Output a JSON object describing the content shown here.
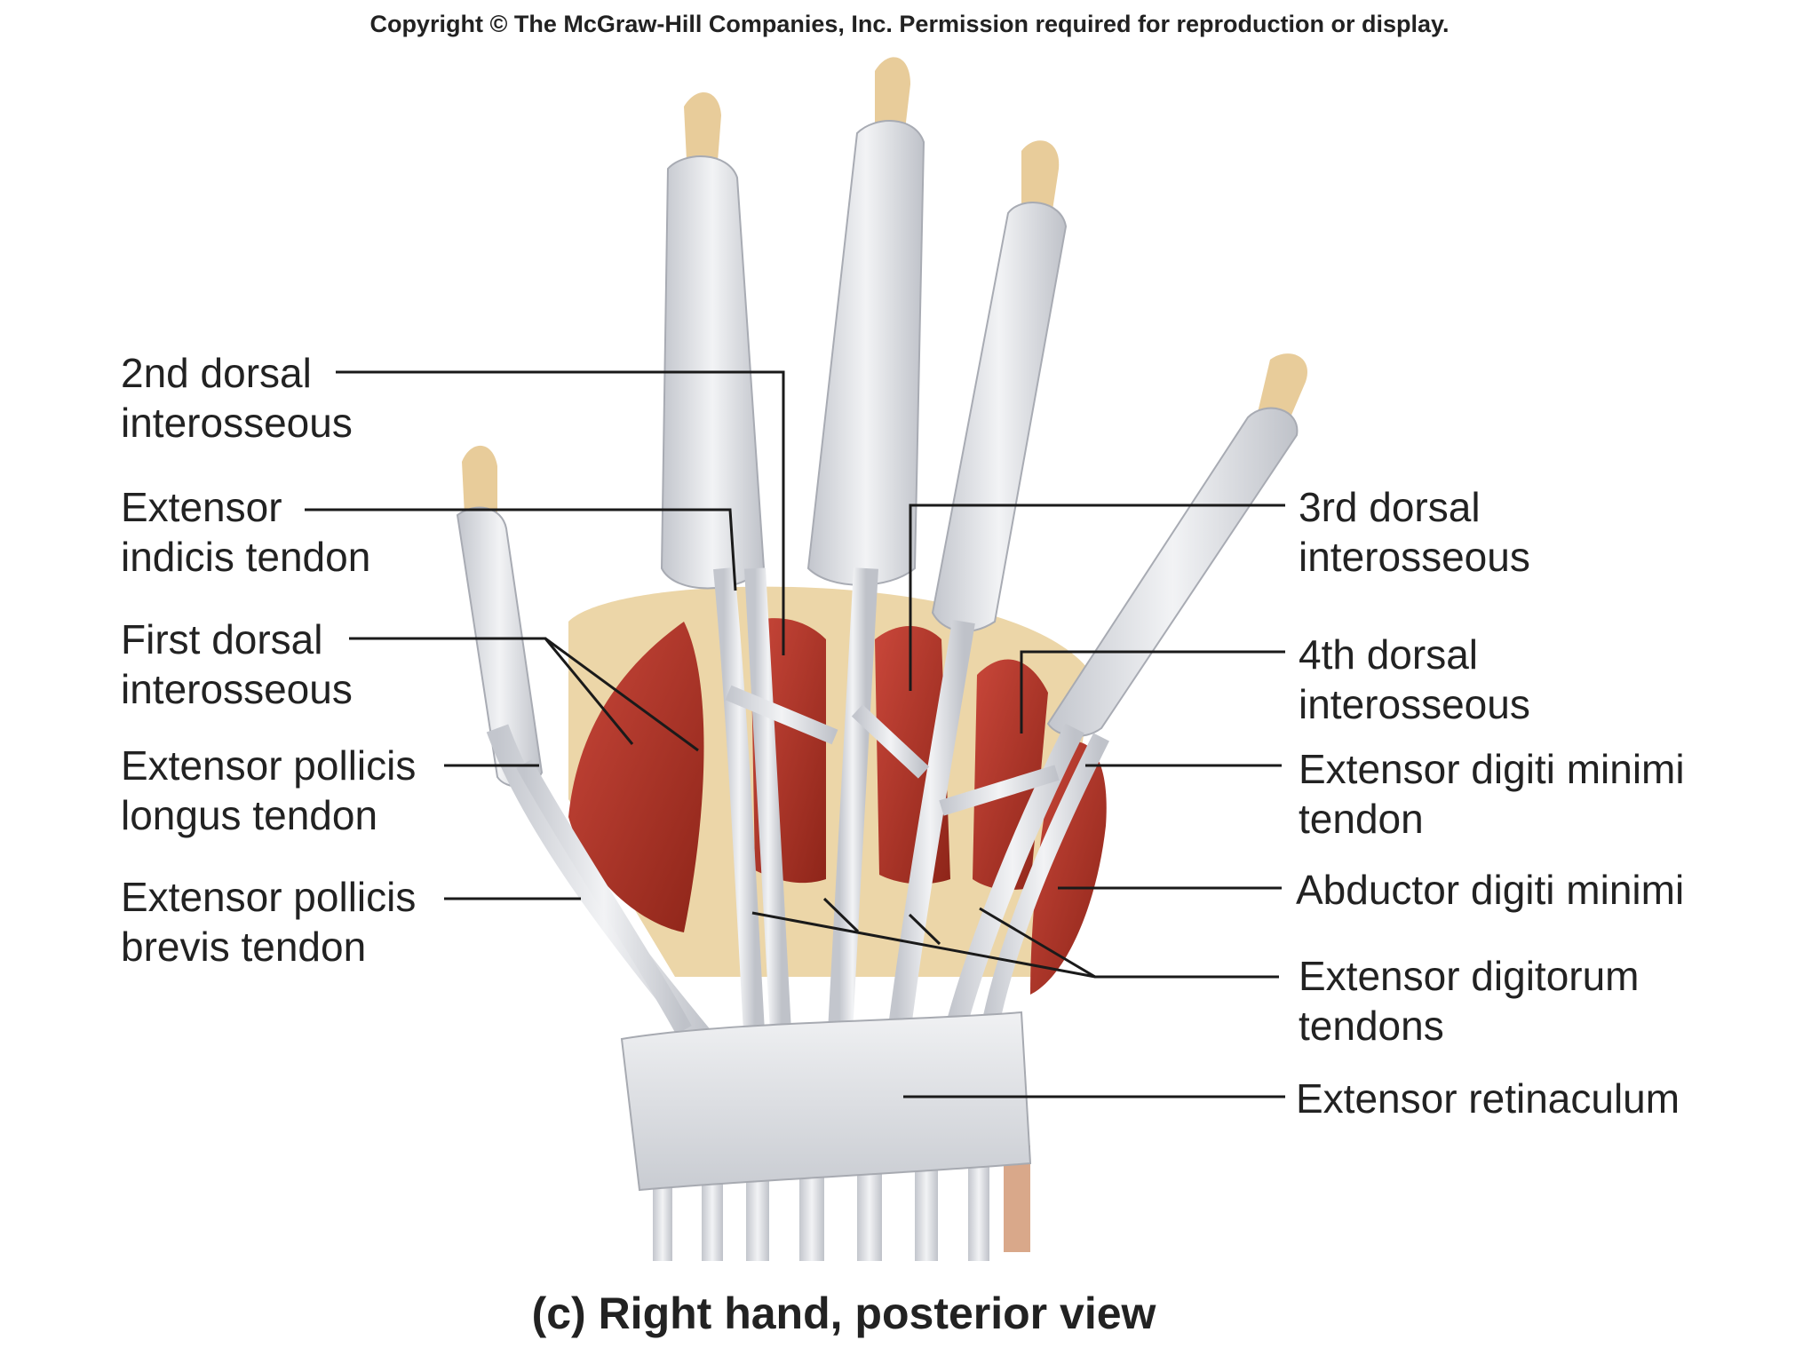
{
  "copyright": "Copyright © The McGraw-Hill Companies, Inc. Permission required for reproduction or display.",
  "caption": "(c) Right hand, posterior view",
  "colors": {
    "tendon": "#e4e6ea",
    "tendon_shadow": "#b9bcc3",
    "muscle": "#b83a2a",
    "muscle_dark": "#8c2418",
    "bone": "#e8cc9a"
  },
  "labels": {
    "second_dorsal": {
      "line1": "2nd dorsal",
      "line2": "interosseous"
    },
    "extensor_indicis": {
      "line1": "Extensor",
      "line2": "indicis tendon"
    },
    "first_dorsal": {
      "line1": "First dorsal",
      "line2": "interosseous"
    },
    "epl": {
      "line1": "Extensor pollicis",
      "line2": "longus tendon"
    },
    "epb": {
      "line1": "Extensor pollicis",
      "line2": "brevis tendon"
    },
    "third_dorsal": {
      "line1": "3rd dorsal",
      "line2": "interosseous"
    },
    "fourth_dorsal": {
      "line1": "4th dorsal",
      "line2": "interosseous"
    },
    "edm": {
      "line1": "Extensor digiti minimi",
      "line2": "tendon"
    },
    "adm": {
      "line1": "Abductor digiti minimi"
    },
    "ed": {
      "line1": "Extensor digitorum",
      "line2": "tendons"
    },
    "retinaculum": {
      "line1": "Extensor retinaculum"
    }
  }
}
